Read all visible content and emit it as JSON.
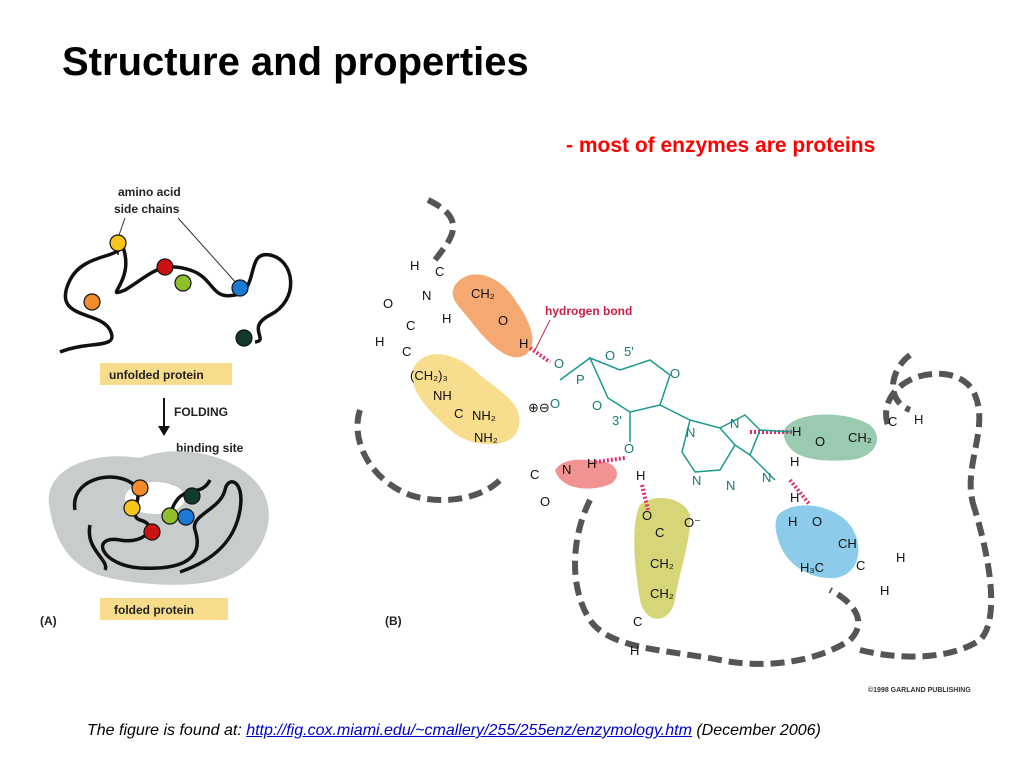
{
  "slide": {
    "title": "Structure and properties",
    "subtitle": "- most of enzymes are proteins"
  },
  "figure": {
    "panel_a": {
      "label": "(A)",
      "side_chain_label_line1": "amino acid",
      "side_chain_label_line2": "side chains",
      "unfolded_label": "unfolded protein",
      "folding_label": "FOLDING",
      "binding_site_label": "binding site",
      "folded_label": "folded protein"
    },
    "panel_b": {
      "label": "(B)",
      "hydrogen_bond_label": "hydrogen bond",
      "copyright": "©1998 GARLAND PUBLISHING"
    }
  },
  "caption": {
    "prefix": "The figure is found at: ",
    "link": "http://fig.cox.miami.edu/~cmallery/255/255enz/enzymology.htm",
    "suffix": " (December 2006)"
  },
  "colors": {
    "title": "#000000",
    "subtitle": "#ff0000",
    "link": "#0000cc",
    "label_box": "#f7dc8c",
    "fold_shadow": "#c8cccc",
    "orange_blob": "#f39a57",
    "yellow_blob": "#f7d77a",
    "red_blob": "#f08080",
    "olive_blob": "#cfcf60",
    "green_blob": "#8fc4a6",
    "blue_blob": "#7fc6e8",
    "molecule_teal": "#1a9a8c"
  }
}
